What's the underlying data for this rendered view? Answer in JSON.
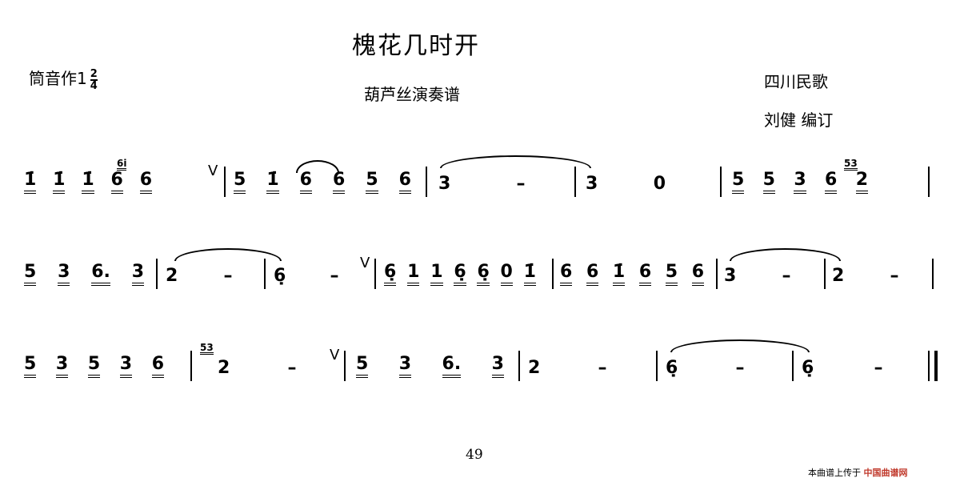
{
  "title": "槐花几时开",
  "subtitle": "葫芦丝演奏谱",
  "key": {
    "label": "筒音作1",
    "time_num": "2",
    "time_den": "4"
  },
  "origin": "四川民歌",
  "editor": "刘健 编订",
  "page_number": "49",
  "footer": {
    "text": "本曲谱上传于",
    "brand": "中国曲谱网"
  },
  "breath": "V",
  "grace_notes": [
    "6i",
    "53",
    "53"
  ],
  "rows": [
    [
      [
        "1̇",
        "1̇",
        "1̇",
        "6",
        "6"
      ],
      [
        "5",
        "1̇",
        "6",
        "6",
        "5",
        "6"
      ],
      [
        "3",
        "–"
      ],
      [
        "3",
        "0"
      ],
      [
        "5",
        "5",
        "3",
        "6",
        "2"
      ]
    ],
    [
      [
        "5",
        "3",
        "6.",
        "3"
      ],
      [
        "2",
        "–"
      ],
      [
        "6̣",
        "–"
      ],
      [
        "6̣",
        "1",
        "1",
        "6̣",
        "6̣",
        "0",
        "1̇"
      ],
      [
        "6",
        "6",
        "1̇",
        "6",
        "5",
        "6"
      ],
      [
        "3",
        "–"
      ],
      [
        "2",
        "–"
      ]
    ],
    [
      [
        "5",
        "3",
        "5",
        "3",
        "6"
      ],
      [
        "2",
        "–"
      ],
      [
        "5",
        "3",
        "6.",
        "3"
      ],
      [
        "2",
        "–"
      ],
      [
        "6̣",
        "–"
      ],
      [
        "6̣",
        "–"
      ]
    ]
  ]
}
